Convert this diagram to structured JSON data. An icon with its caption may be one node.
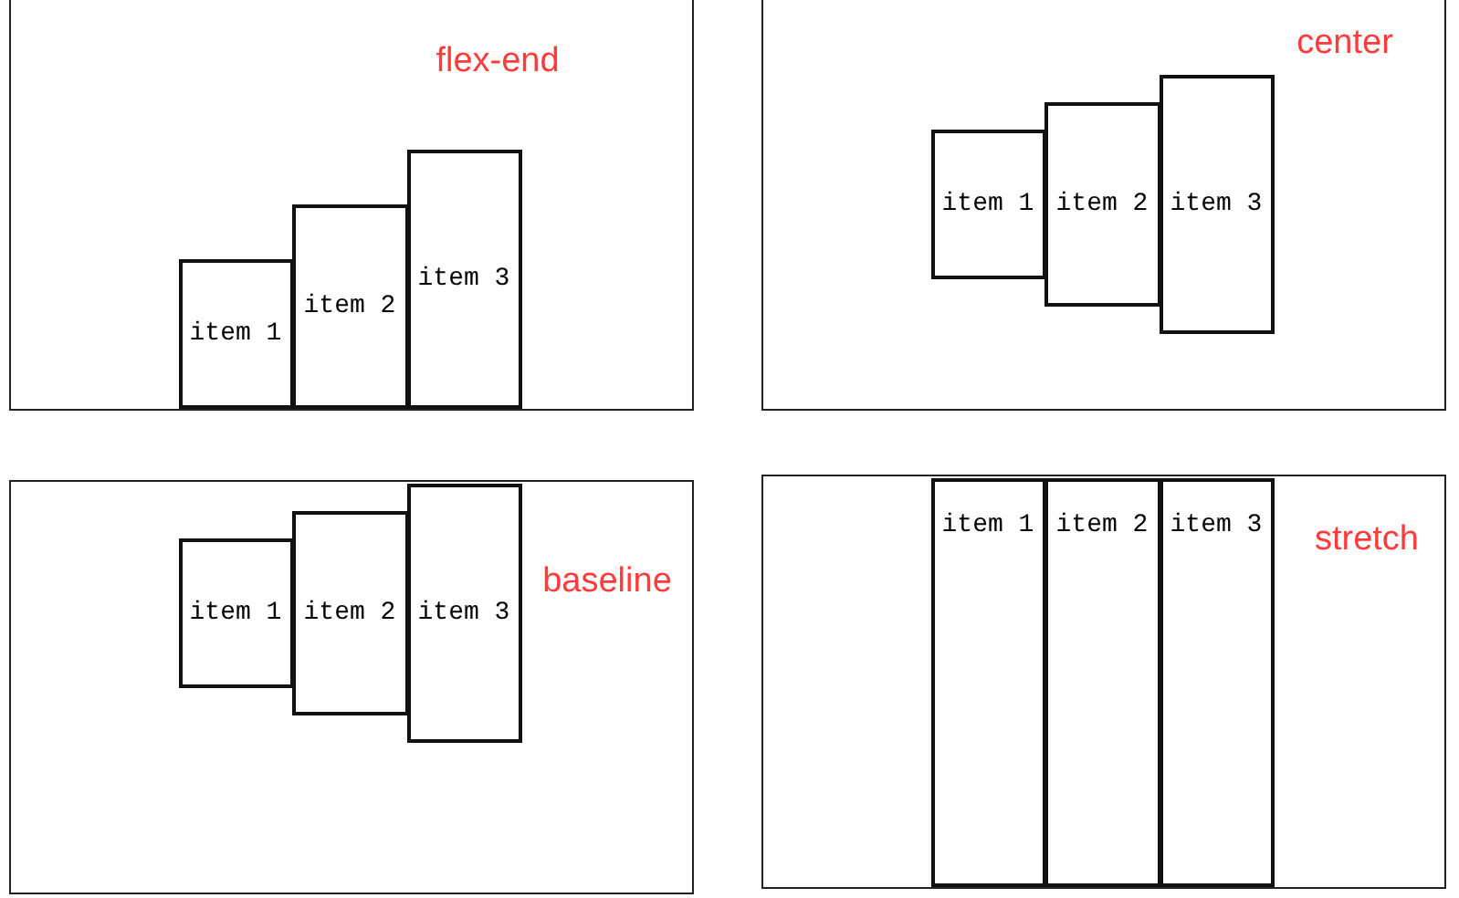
{
  "diagram": {
    "nodes": [
      {
        "text": [
          "flex-end"
        ]
      },
      {
        "text": [
          "item 1"
        ],
        "in": 0
      },
      {
        "text": [
          "item 2"
        ],
        "in": 0
      },
      {
        "text": [
          "item 3"
        ],
        "in": 0
      },
      {
        "text": [
          "center"
        ]
      },
      {
        "text": [
          "item 1"
        ],
        "in": 4
      },
      {
        "text": [
          "item 2"
        ],
        "in": 4
      },
      {
        "text": [
          "item 3"
        ],
        "in": 4
      },
      {
        "text": [
          "baseline"
        ]
      },
      {
        "text": [
          "item 1"
        ],
        "in": 8
      },
      {
        "text": [
          "item 2"
        ],
        "in": 8
      },
      {
        "text": [
          "item 3"
        ],
        "in": 8
      },
      {
        "text": [
          "stretch"
        ]
      },
      {
        "text": [
          "item 1"
        ],
        "in": 12
      },
      {
        "text": [
          "item 2"
        ],
        "in": 12
      },
      {
        "text": [
          "item 3"
        ],
        "in": 12
      }
    ]
  }
}
